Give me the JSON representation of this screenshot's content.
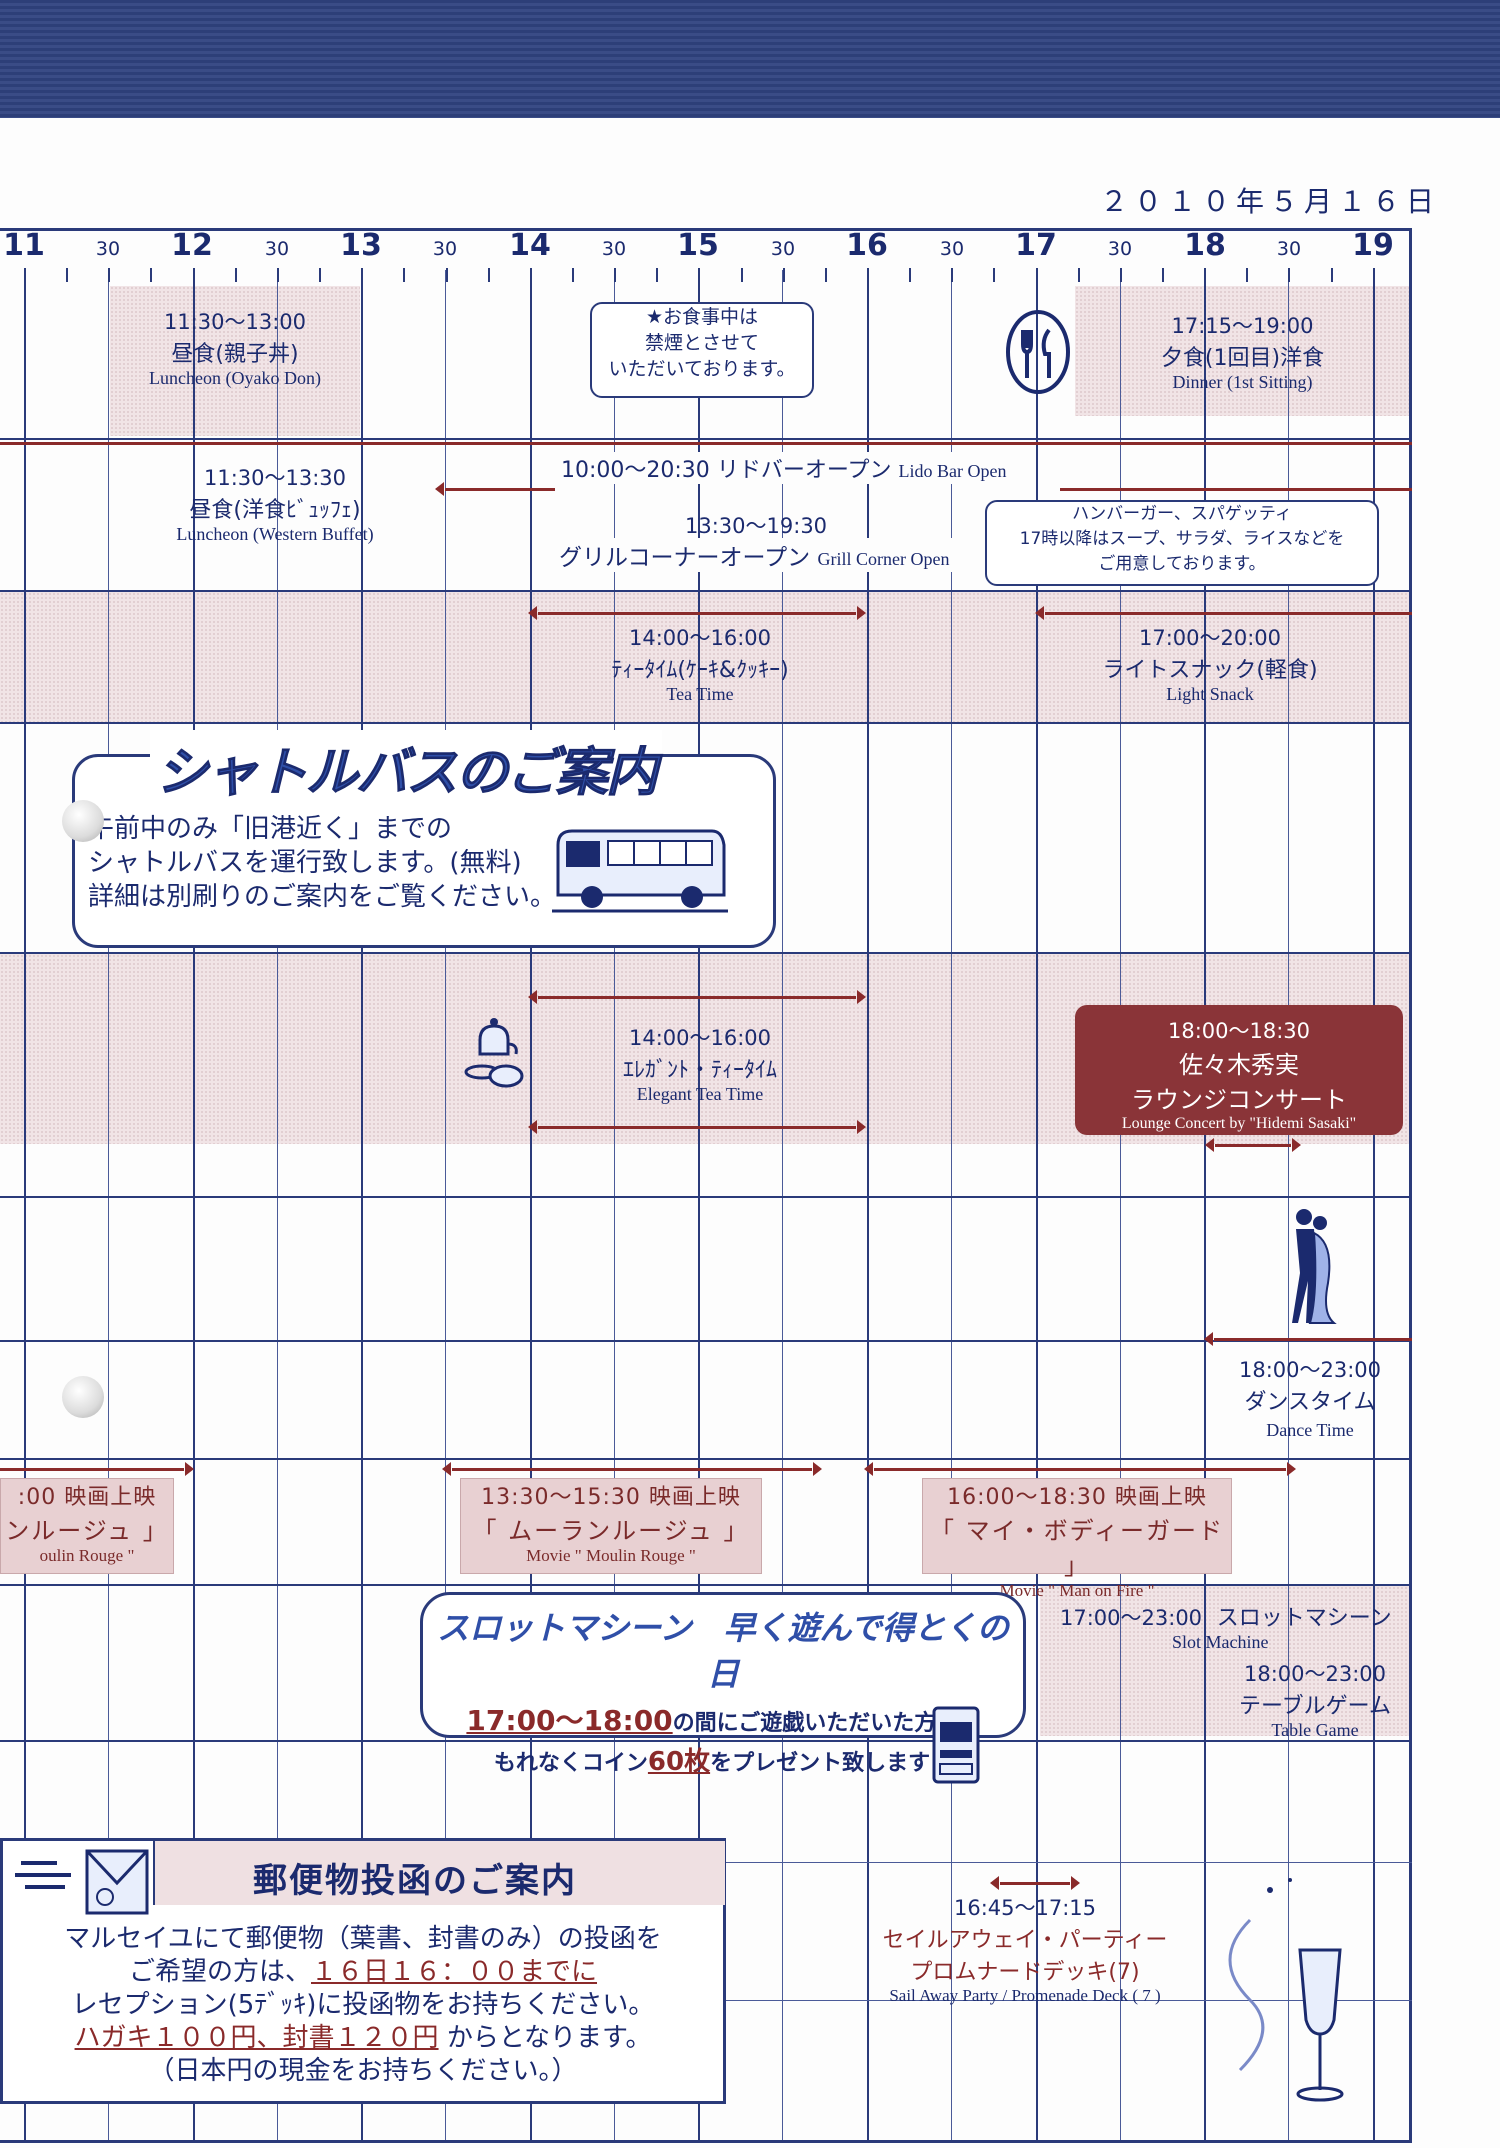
{
  "date": "２０１０年５月１６日",
  "hours": [
    "11",
    "12",
    "13",
    "14",
    "15",
    "16",
    "17",
    "18",
    "19"
  ],
  "half_label": "30",
  "events": {
    "lunch_oyako": {
      "time": "11:30〜13:00",
      "jp": "昼食(親子丼)",
      "en": "Luncheon (Oyako Don)"
    },
    "no_smoking": {
      "l1": "★お食事中は",
      "l2": "禁煙とさせて",
      "l3": "いただいております。"
    },
    "dinner": {
      "time": "17:15〜19:00",
      "jp": "夕食(1回目)洋食",
      "en": "Dinner (1st Sitting)"
    },
    "lido": {
      "time": "10:00〜20:30",
      "jp": "リドバーオープン",
      "en": "Lido Bar Open"
    },
    "lunch_buffet": {
      "time": "11:30〜13:30",
      "jp": "昼食(洋食ﾋﾞｭｯﾌｪ)",
      "en": "Luncheon (Western Buffet)"
    },
    "grill": {
      "time": "13:30〜19:30",
      "jp": "グリルコーナーオープン",
      "en": "Grill Corner Open"
    },
    "grill_note": {
      "l1": "ハンバーガー、スパゲッティ",
      "l2": "17時以降はスープ、サラダ、ライスなどを",
      "l3": "ご用意しております。"
    },
    "tea": {
      "time": "14:00〜16:00",
      "jp": "ﾃｨｰﾀｲﾑ(ｹｰｷ&ｸｯｷｰ)",
      "en": "Tea Time"
    },
    "snack": {
      "time": "17:00〜20:00",
      "jp": "ライトスナック(軽食)",
      "en": "Light Snack"
    },
    "elegant": {
      "time": "14:00〜16:00",
      "jp": "ｴﾚｶﾞﾝﾄ・ﾃｨｰﾀｲﾑ",
      "en": "Elegant Tea Time"
    },
    "concert": {
      "time": "18:00〜18:30",
      "l1": "佐々木秀実",
      "l2": "ラウンジコンサート",
      "en": "Lounge Concert by \"Hidemi Sasaki\""
    },
    "dance": {
      "time": "18:00〜23:00",
      "jp": "ダンスタイム",
      "en": "Dance Time"
    },
    "movie1": {
      "time": ":00  映画上映",
      "jp": "ンルージュ 」",
      "en": "oulin Rouge \""
    },
    "movie2": {
      "time": "13:30〜15:30  映画上映",
      "jp": "「 ムーランルージュ 」",
      "en": "Movie \" Moulin Rouge \""
    },
    "movie3": {
      "time": "16:00〜18:30  映画上映",
      "jp": "「 マイ・ボディーガード 」",
      "en": "Movie \" Man on Fire \""
    },
    "slot": {
      "time": "17:00〜23:00",
      "jp": "スロットマシーン",
      "en": "Slot Machine"
    },
    "table": {
      "time": "18:00〜23:00",
      "jp": "テーブルゲーム",
      "en": "Table Game"
    },
    "sail": {
      "time": "16:45〜17:15",
      "l1": "セイルアウェイ・パーティー",
      "l2": "プロムナードデッキ(7)",
      "en": "Sail Away Party / Promenade Deck ( 7 )"
    }
  },
  "shuttle": {
    "title": "シャトルバスのご案内",
    "l1": "午前中のみ「旧港近く」までの",
    "l2": "シャトルバスを運行致します。(無料)",
    "l3": "詳細は別刷りのご案内をご覧ください。"
  },
  "slot_promo": {
    "title": "スロットマシーン　早く遊んで得とくの日",
    "hl": "17:00〜18:00",
    "l1_rest": "の間にご遊戯いただいた方に、",
    "l2_a": "もれなくコイン",
    "l2_hl": "60枚",
    "l2_b": "をプレゼント致します！"
  },
  "mail": {
    "title": "郵便物投函のご案内",
    "l1": "マルセイユにて郵便物（葉書、封書のみ）の投函を",
    "l2_a": "ご希望の方は、",
    "l2_hl": "１６日１６：００までに",
    "l3": "レセプション(5ﾃﾞｯｷ)に投函物をお持ちください。",
    "l4_hl": "ハガキ１００円、封書１２０円",
    "l4_b": "  からとなります。",
    "l5": "（日本円の現金をお持ちください。）"
  }
}
